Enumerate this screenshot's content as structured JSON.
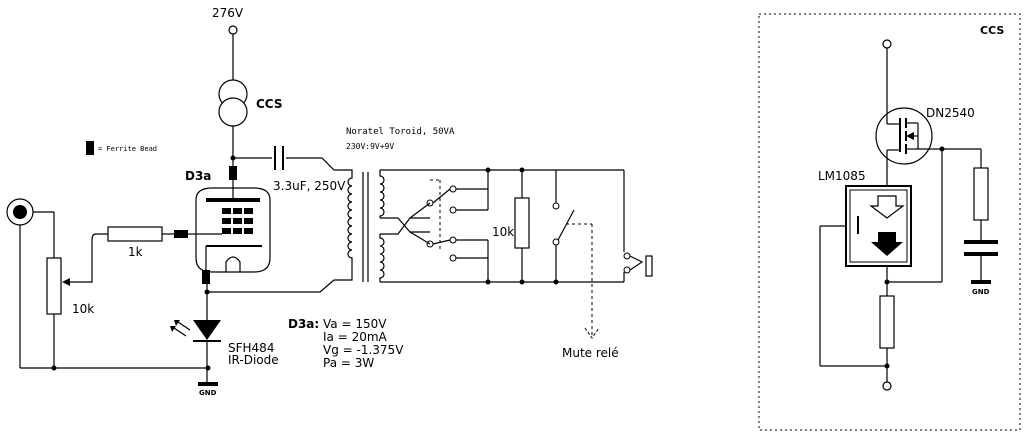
{
  "supply": {
    "voltage": "276V"
  },
  "ccs": {
    "label": "CCS"
  },
  "ferrite": {
    "legend": "= Ferrite Bead"
  },
  "tube": {
    "name": "D3a"
  },
  "coupling_cap": {
    "value": "3.3uF, 250V"
  },
  "transformer": {
    "name": "Noratel Toroid, 50VA",
    "ratio": "230V:9V+9V"
  },
  "grid_resistor": {
    "value": "1k"
  },
  "pot": {
    "value": "10k"
  },
  "load_resistor": {
    "value": "10k"
  },
  "diode": {
    "part": "SFH484",
    "type": "IR-Diode"
  },
  "ground": {
    "label": "GND"
  },
  "operating_point": {
    "title": "D3a:",
    "lines": [
      "Va = 150V",
      "Ia = 20mA",
      "Vg = -1.375V",
      "Pa = 3W"
    ]
  },
  "mute": {
    "label": "Mute relé"
  },
  "ccs_detail": {
    "title": "CCS",
    "mosfet": "DN2540",
    "regulator": "LM1085",
    "ground": "GND"
  }
}
